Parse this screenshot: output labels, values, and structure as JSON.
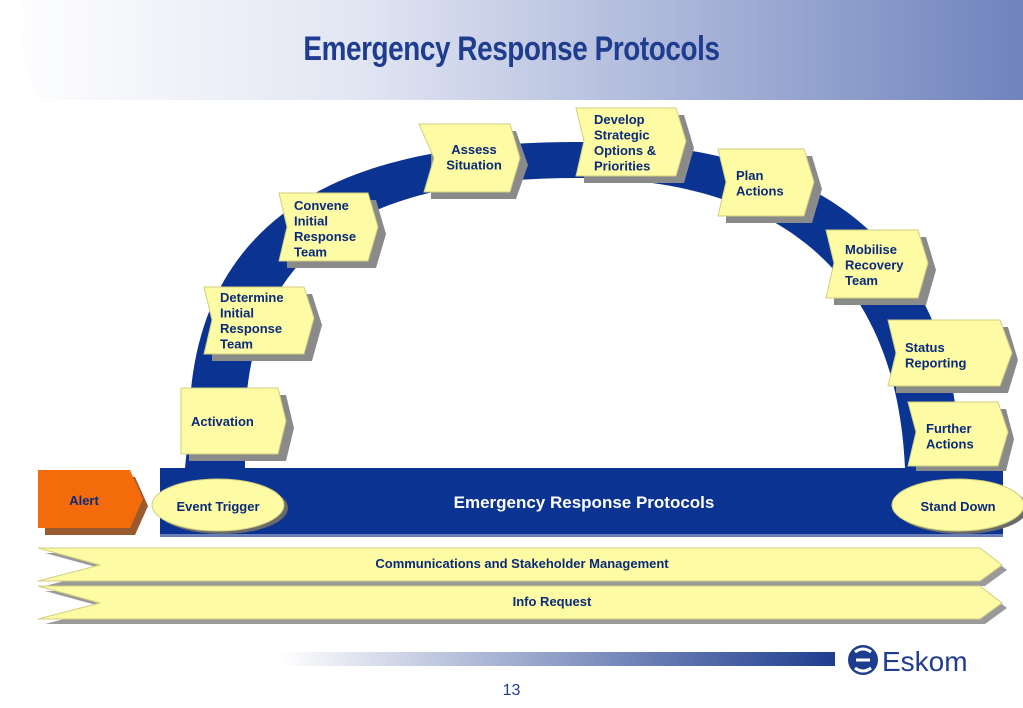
{
  "header": {
    "title": "Emergency Response Protocols"
  },
  "arc_steps": [
    {
      "id": "activation",
      "lines": [
        "Activation"
      ]
    },
    {
      "id": "determine",
      "lines": [
        "Determine",
        "Initial",
        "Response",
        "Team"
      ]
    },
    {
      "id": "convene",
      "lines": [
        "Convene",
        "Initial",
        "Response",
        "Team"
      ]
    },
    {
      "id": "assess",
      "lines": [
        "Assess",
        "Situation"
      ]
    },
    {
      "id": "develop",
      "lines": [
        "Develop",
        "Strategic",
        "Options &",
        "Priorities"
      ]
    },
    {
      "id": "plan",
      "lines": [
        "Plan",
        "Actions"
      ]
    },
    {
      "id": "mobilise",
      "lines": [
        "Mobilise",
        "Recovery",
        "Team"
      ]
    },
    {
      "id": "status",
      "lines": [
        "Status",
        "Reporting"
      ]
    },
    {
      "id": "further",
      "lines": [
        "Further",
        "Actions"
      ]
    }
  ],
  "alert_label": "Alert",
  "event_trigger": "Event Trigger",
  "main_bar": "Emergency Response Protocols",
  "stand_down": "Stand Down",
  "band_1": "Communications and Stakeholder Management",
  "band_2": "Info Request",
  "logo_text": "Eskom",
  "page_number": "13",
  "colors": {
    "navy": "#0b3391",
    "yellow": "#fdfba3",
    "orange": "#f46b0c",
    "title": "#1f3d8f"
  }
}
